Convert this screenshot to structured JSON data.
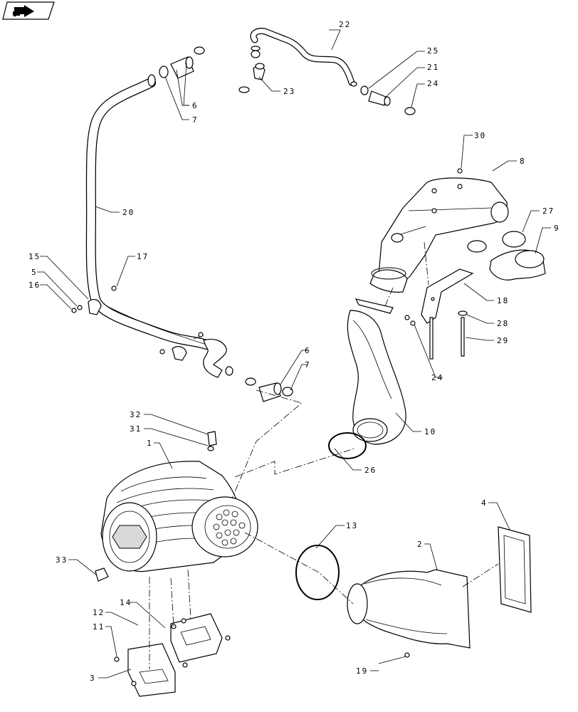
{
  "nav_icon": {
    "name": "arrow-page-icon"
  },
  "labels": [
    {
      "id": "22",
      "text": "22"
    },
    {
      "id": "25",
      "text": "25"
    },
    {
      "id": "21",
      "text": "21"
    },
    {
      "id": "24a",
      "text": "24"
    },
    {
      "id": "23",
      "text": "23"
    },
    {
      "id": "6a",
      "text": "6"
    },
    {
      "id": "7a",
      "text": "7"
    },
    {
      "id": "20",
      "text": "20"
    },
    {
      "id": "30",
      "text": "30"
    },
    {
      "id": "8",
      "text": "8"
    },
    {
      "id": "27",
      "text": "27"
    },
    {
      "id": "9",
      "text": "9"
    },
    {
      "id": "15",
      "text": "15"
    },
    {
      "id": "5",
      "text": "5"
    },
    {
      "id": "16",
      "text": "16"
    },
    {
      "id": "17",
      "text": "17"
    },
    {
      "id": "18",
      "text": "18"
    },
    {
      "id": "28",
      "text": "28"
    },
    {
      "id": "29",
      "text": "29"
    },
    {
      "id": "24b",
      "text": "24"
    },
    {
      "id": "6b",
      "text": "6"
    },
    {
      "id": "7b",
      "text": "7"
    },
    {
      "id": "10",
      "text": "10"
    },
    {
      "id": "26",
      "text": "26"
    },
    {
      "id": "32",
      "text": "32"
    },
    {
      "id": "31",
      "text": "31"
    },
    {
      "id": "1",
      "text": "1"
    },
    {
      "id": "4",
      "text": "4"
    },
    {
      "id": "13",
      "text": "13"
    },
    {
      "id": "2",
      "text": "2"
    },
    {
      "id": "33",
      "text": "33"
    },
    {
      "id": "14",
      "text": "14"
    },
    {
      "id": "12",
      "text": "12"
    },
    {
      "id": "11",
      "text": "11"
    },
    {
      "id": "3",
      "text": "3"
    },
    {
      "id": "19",
      "text": "19"
    }
  ]
}
